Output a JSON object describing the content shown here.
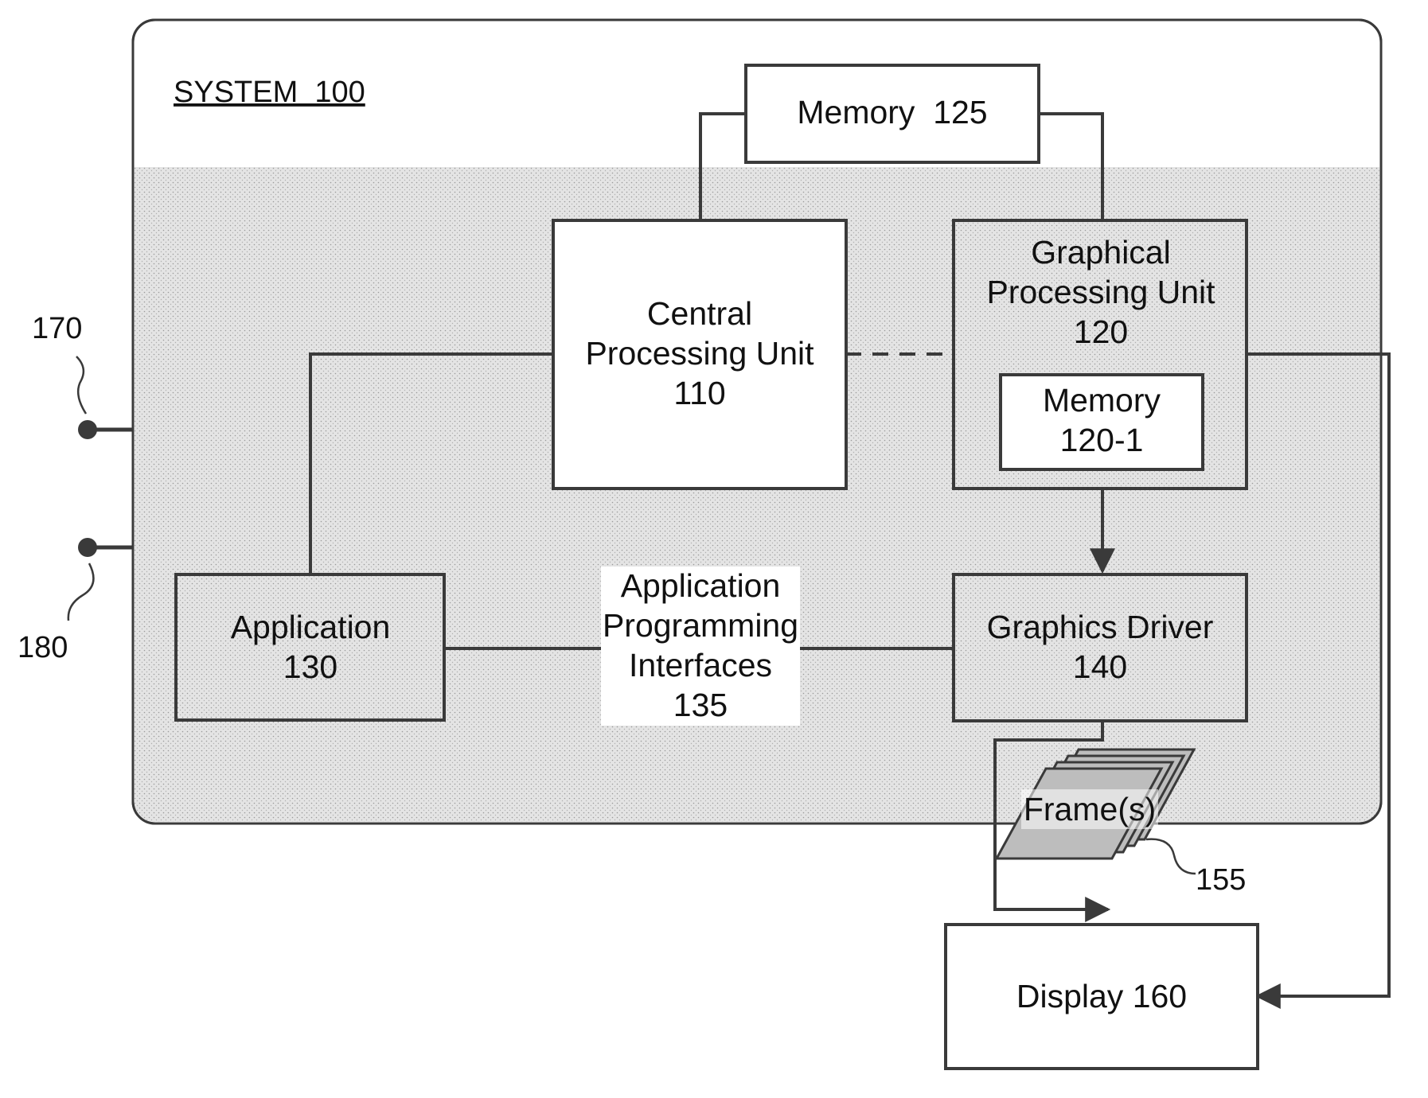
{
  "system": {
    "label": "SYSTEM  100"
  },
  "memory_125": {
    "label": "Memory  125"
  },
  "cpu": {
    "line1": "Central",
    "line2": "Processing Unit",
    "line3": "110"
  },
  "gpu": {
    "line1": "Graphical",
    "line2": "Processing Unit",
    "line3": "120"
  },
  "gpu_memory": {
    "line1": "Memory",
    "line2": "120-1"
  },
  "application": {
    "line1": "Application",
    "line2": "130"
  },
  "api": {
    "line1": "Application",
    "line2": "Programming",
    "line3": "Interfaces",
    "line4": "135"
  },
  "graphics_driver": {
    "line1": "Graphics Driver",
    "line2": "140"
  },
  "frames": {
    "label": "Frame(s)",
    "ref": "155"
  },
  "display": {
    "label": "Display 160"
  },
  "ports": [
    {
      "ref": "170"
    },
    {
      "ref": "180"
    }
  ],
  "colors": {
    "stroke": "#3a3a3a",
    "shading": "#e2e2e2",
    "box_fill": "#ffffff",
    "frame_fill": "#b8b8b8"
  }
}
